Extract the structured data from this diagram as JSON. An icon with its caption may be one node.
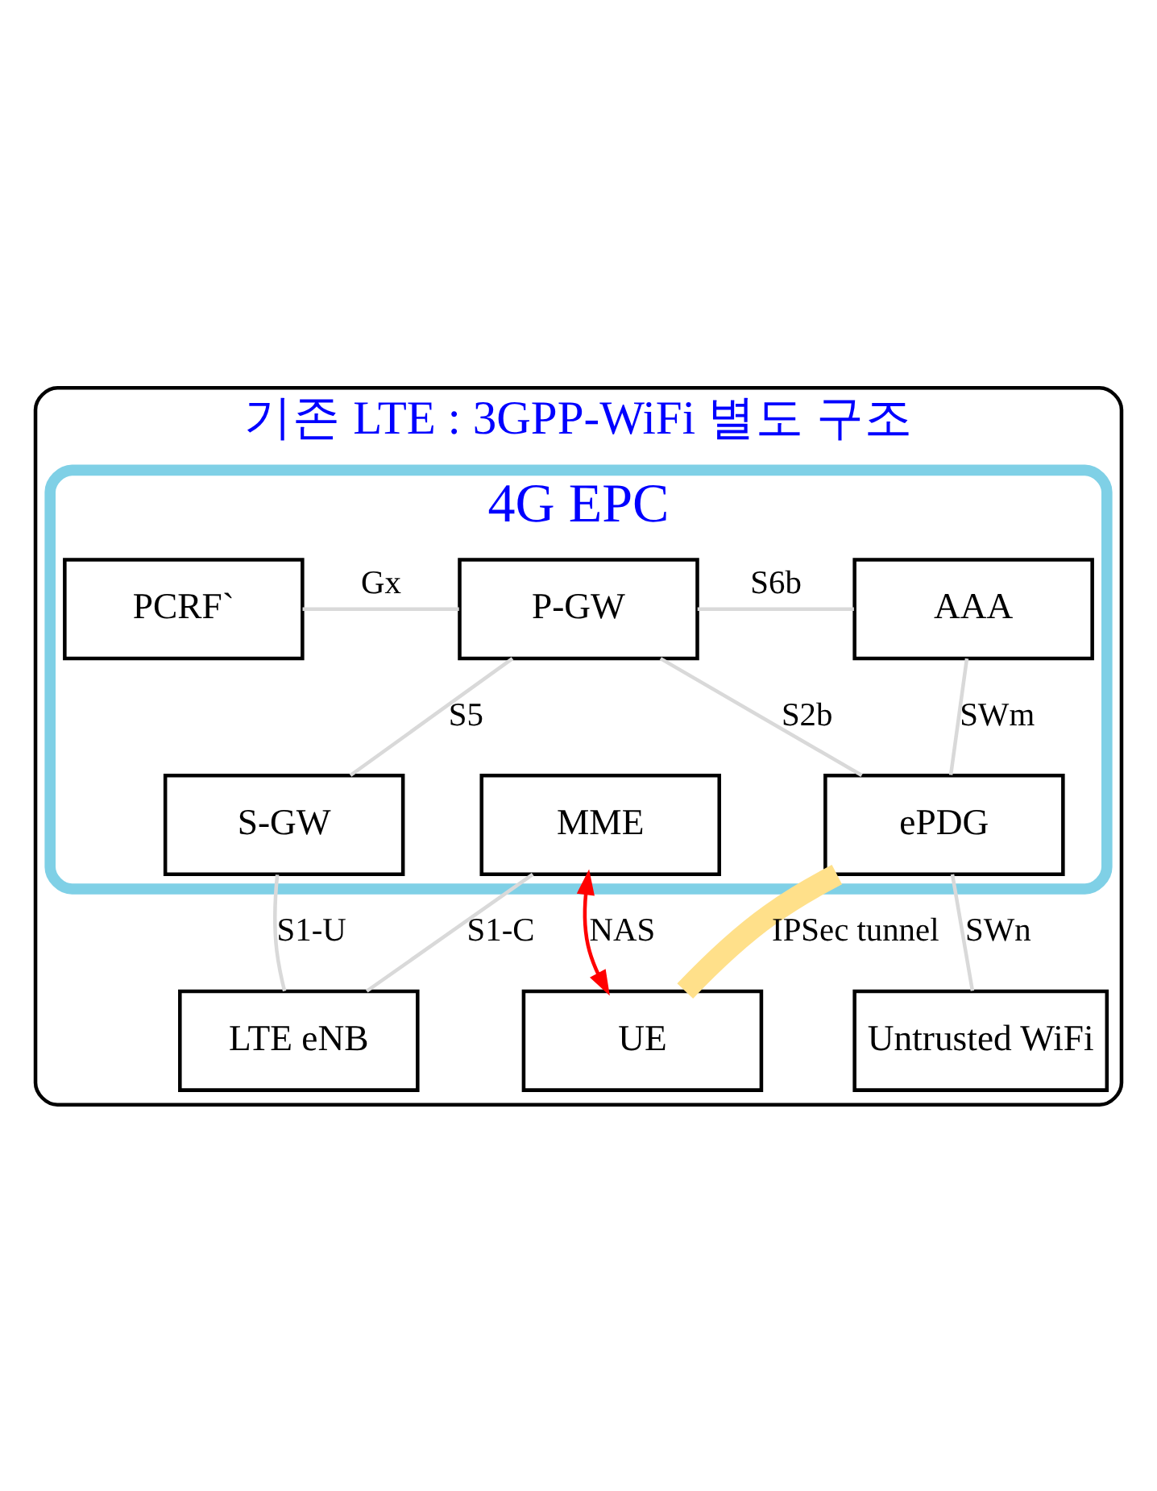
{
  "diagram": {
    "nodes": [
      {
        "text": [
          "기존 LTE : 3GPP-WiFi 별도 구조"
        ]
      },
      {
        "text": [
          "4G EPC"
        ],
        "in": 0
      },
      {
        "text": [
          "PCRF`"
        ],
        "in": 1
      },
      {
        "text": [
          "P-GW"
        ],
        "in": 1
      },
      {
        "text": [
          "AAA"
        ],
        "in": 1
      },
      {
        "text": [
          "MME"
        ],
        "in": 1
      },
      {
        "text": [
          "S-GW"
        ],
        "in": 1
      },
      {
        "text": [
          "ePDG"
        ],
        "in": 1
      },
      {
        "text": [
          "LTE eNB"
        ],
        "in": 0
      },
      {
        "text": [
          "Untrusted WiFi"
        ],
        "in": 0
      },
      {
        "text": [
          "UE"
        ],
        "in": 0
      }
    ],
    "edges": [
      {
        "from": 2,
        "to": 3,
        "arrow": "none",
        "label": "Gx"
      },
      {
        "from": 3,
        "to": 4,
        "arrow": "none",
        "label": "S6b"
      },
      {
        "from": 3,
        "to": 6,
        "arrow": "none",
        "label": "S5"
      },
      {
        "from": 3,
        "to": 7,
        "arrow": "none",
        "label": "S2b"
      },
      {
        "from": 4,
        "to": 7,
        "arrow": "none",
        "label": "SWm"
      },
      {
        "from": 5,
        "to": 8,
        "arrow": "none",
        "label": "S1-C"
      },
      {
        "from": 6,
        "to": 8,
        "arrow": "none",
        "label": "S1-U"
      },
      {
        "from": 7,
        "to": 9,
        "arrow": "none",
        "label": "SWn"
      },
      {
        "from": 5,
        "to": 10,
        "arrow": "both",
        "label": "NAS",
        "color": "#ff0000"
      },
      {
        "from": 7,
        "to": 10,
        "arrow": "none",
        "label": "IPSec tunnel",
        "style": "thick",
        "color": "#ffe08a"
      }
    ]
  }
}
